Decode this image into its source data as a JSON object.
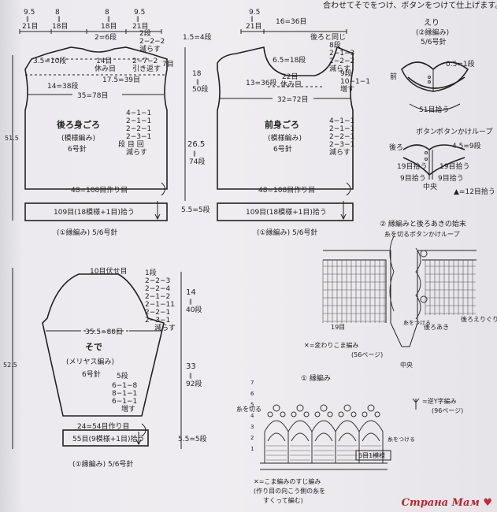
{
  "top_note": {
    "line1": "合わせてそでをつけ、ボタンをつけて仕上げます。"
  },
  "back": {
    "top_dims": [
      "9.5",
      "8",
      "8",
      "9.5"
    ],
    "top_sts": [
      "21目",
      "18目",
      "18目",
      "21目"
    ],
    "neck_center": "2=6段",
    "neck_steps": [
      "2段",
      "2−2−2",
      "減らす"
    ],
    "shoulder_left": "3.5=10段",
    "holds": [
      "14目",
      "休み目"
    ],
    "shoulder_steps": [
      "2−7−2",
      "引き返す"
    ],
    "seven_sts": "7目",
    "width_175": "17.5=39目",
    "right_15": "1.5=4段",
    "armhole_14": "14=38段",
    "armhole_h": "18",
    "armhole_rows": "50段",
    "bust": "35=78目",
    "title": "後ろ身ごろ",
    "subtitle": "(模様編み)",
    "needle": "6号針",
    "dec_steps": [
      "4−1−1",
      "2−1−1",
      "2−2−1",
      "2−3−1",
      "段 目 回",
      "減らす"
    ],
    "side_h": "26.5",
    "side_rows": "74段",
    "cast_on": "48=108目作り目",
    "pickup": "109目(18模様+1目)拾う",
    "rib_h": "5.5=5段",
    "total_h": "51.5",
    "rib_label": "(①縁編み) 5/6号針"
  },
  "front": {
    "top_dims": [
      "9.5",
      "16=36目"
    ],
    "top_sts": [
      "21目"
    ],
    "same_as_back": "後ろと同じ",
    "neck_steps": [
      "8段",
      "2−1−3",
      "2−2−2",
      "減らす"
    ],
    "dim_65": "6.5=18段",
    "holds": [
      "22目",
      "休み目"
    ],
    "armhole_13": "13=36段",
    "inc_steps": [
      "9段",
      "10−1−1",
      "増す"
    ],
    "width": "32=72目",
    "title": "前身ごろ",
    "subtitle": "(模様編み)",
    "needle": "6号針",
    "dec_steps": [
      "4−1−1",
      "2−1−1",
      "2−2−1",
      "2−3−1",
      "減らす"
    ],
    "cast_on": "48=108目作り目",
    "pickup": "109目(18模様+1目)拾う",
    "rib_label": "(①縁編み) 5/6号針"
  },
  "collar": {
    "title": "えり",
    "subtitle": "(②縁編み)",
    "needle": "5/6号針",
    "front_label": "前",
    "dim": "0.5=1段",
    "pickup": "51目拾う"
  },
  "placket": {
    "button": "ボタン",
    "loop": "ボタンかけループ",
    "back_label": "後ろ",
    "dim": "4.5=9段",
    "sts_a": "19目拾う",
    "sts_b": "19目拾う",
    "sts_c": "9目拾う",
    "sts_d": "9目拾う",
    "center": "中央",
    "pickup_note": "▲=12目拾う"
  },
  "sleeve": {
    "top_cast": "10目伏せ目",
    "cap_steps": [
      "1段",
      "2−2−3",
      "2−2−4",
      "2−1−2",
      "2−1−11",
      "2−2−1",
      "2−3−1",
      "減らす"
    ],
    "cap_h": "14",
    "cap_rows": "40段",
    "width": "35.5=80目",
    "title": "そで",
    "subtitle": "(メリヤス編み)",
    "needle": "6号針",
    "inc_steps": [
      "5段",
      "6−1−8",
      "8−1−1",
      "6−1−1",
      "増す"
    ],
    "body_h": "33",
    "body_rows": "92段",
    "cast_on": "24=54目作り目",
    "pickup": "55目(9模様+1目)拾う",
    "rib_h": "5.5=5段",
    "total_h": "52.5",
    "rib_label": "(①縁編み) 5/6号針"
  },
  "chart2": {
    "title": "② 縁編みと後ろあきの始末",
    "cut_yarn": "糸を切る",
    "loop": "ボタンかけループ",
    "attach_yarn": "糸をつける",
    "rows": "19目",
    "center": "中央",
    "back_opening": "後ろあき",
    "back_collar": "後ろえりぐり",
    "legend": "✕=変わりこま編み",
    "legend_ref": "(56ページ)"
  },
  "chart1": {
    "title": "① 縁編み",
    "cut_yarn": "糸を切る",
    "attach_yarn": "糸をつける",
    "repeat": "6目1模様",
    "legend": "=逆Y字編み",
    "legend_ref": "(96ページ)",
    "note1": "✕=こま編みのすじ編み",
    "note2": "(作り目の向こう側の糸を",
    "note3": "すくって編む)",
    "row_nums": [
      "7",
      "6",
      "5",
      "4",
      "3",
      "2",
      "1"
    ]
  },
  "watermark": {
    "text": "Страна Мам"
  }
}
